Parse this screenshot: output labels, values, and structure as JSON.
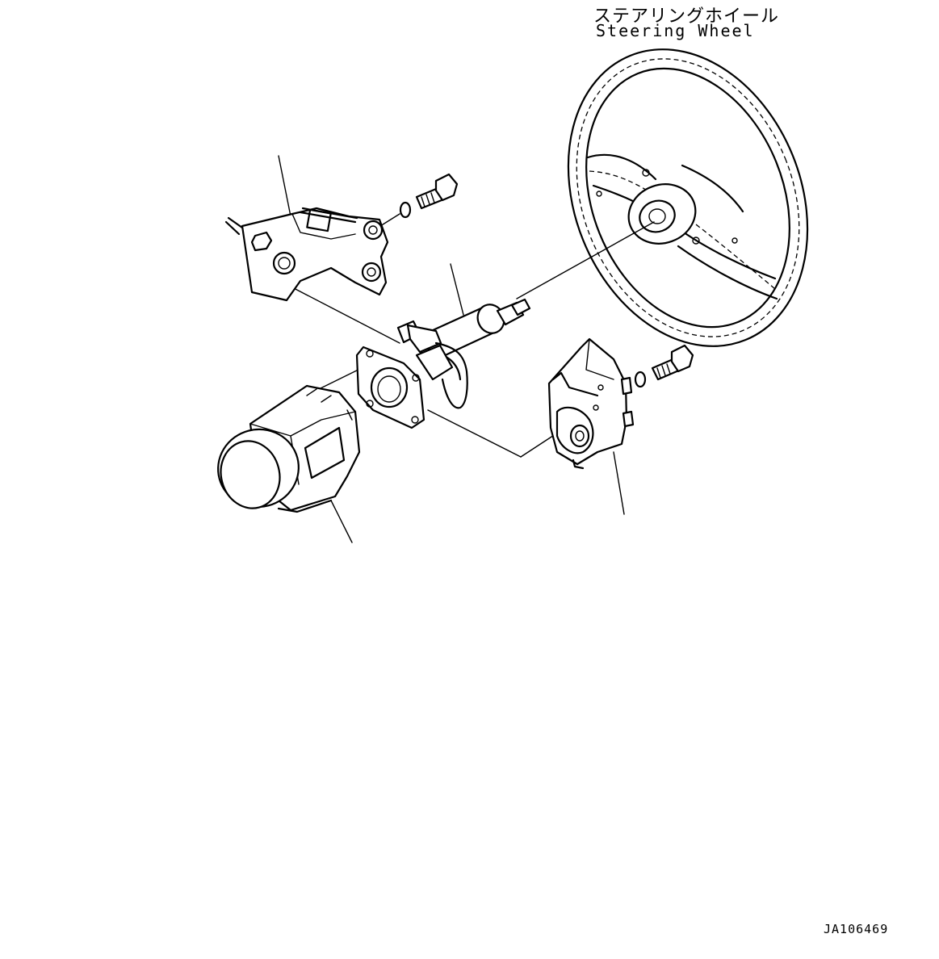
{
  "labels": {
    "steering_wheel_jp": "ステアリングホイール",
    "steering_wheel_en": "Steering Wheel",
    "drawing_code": "JA106469"
  }
}
